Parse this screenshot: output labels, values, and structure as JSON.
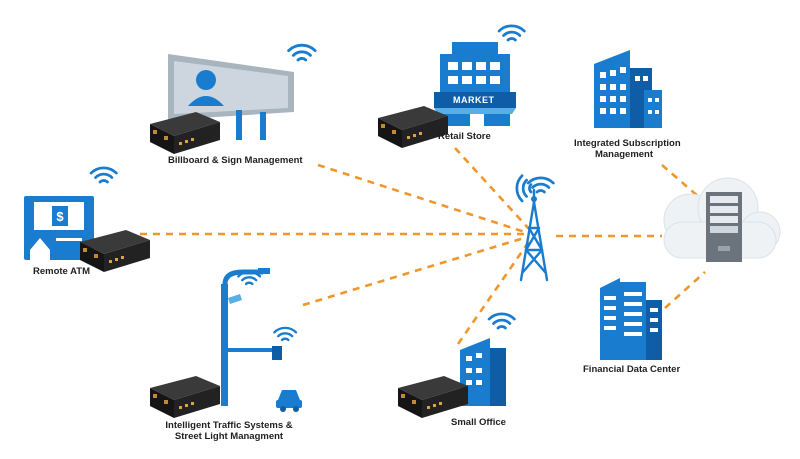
{
  "colors": {
    "primary_blue": "#1a7ccf",
    "dark_blue": "#0f5da6",
    "light_blue": "#5aaee8",
    "connector_orange": "#f0962a",
    "router_black": "#1b1b1b",
    "cloud_gray": "#eef2f5"
  },
  "hub": {
    "icon": "cell-tower-icon"
  },
  "cloud": {
    "icon": "cloud-server-icon"
  },
  "nodes": {
    "billboard": {
      "label": "Billboard & Sign Management",
      "icon": "billboard-icon"
    },
    "retail": {
      "label": "Retail Store",
      "sign_text": "MARKET",
      "icon": "retail-store-icon"
    },
    "subscription": {
      "label_line1": "Integrated Subscription",
      "label_line2": "Management",
      "icon": "office-building-icon"
    },
    "atm": {
      "label": "Remote ATM",
      "screen_symbol": "$",
      "icon": "atm-icon"
    },
    "traffic": {
      "label_line1": "Intelligent Traffic Systems &",
      "label_line2": "Street Light Managment",
      "icon": "street-light-icon"
    },
    "office": {
      "label": "Small Office",
      "icon": "small-office-icon"
    },
    "financial": {
      "label": "Financial Data Center",
      "icon": "data-center-icon"
    }
  }
}
